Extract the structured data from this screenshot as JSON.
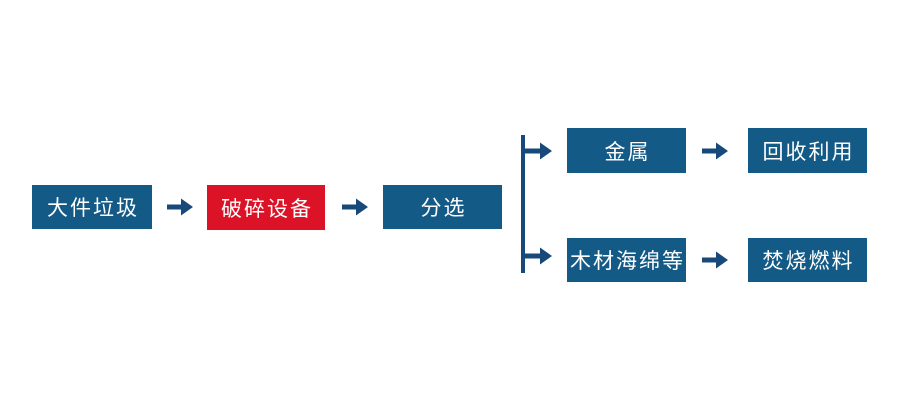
{
  "colors": {
    "page_bg": "#FFFFFF",
    "box_blue": "#135A86",
    "box_red": "#DC1227",
    "arrow": "#17497A",
    "node_text": "#FFFFFF"
  },
  "diagram": {
    "type": "flowchart",
    "direction": "left-to-right",
    "nodes": {
      "bulky_waste": "大件垃圾",
      "crushing_equipment": "破碎设备",
      "sorting": "分选",
      "metal": "金属",
      "recycling": "回收利用",
      "wood_sponge": "木材海绵等",
      "incineration_fuel": "焚烧燃料"
    },
    "edges": [
      {
        "from": "大件垃圾",
        "to": "破碎设备"
      },
      {
        "from": "破碎设备",
        "to": "分选"
      },
      {
        "from": "分选",
        "to": "金属"
      },
      {
        "from": "分选",
        "to": "木材海绵等"
      },
      {
        "from": "金属",
        "to": "回收利用"
      },
      {
        "from": "木材海绵等",
        "to": "焚烧燃料"
      }
    ]
  }
}
